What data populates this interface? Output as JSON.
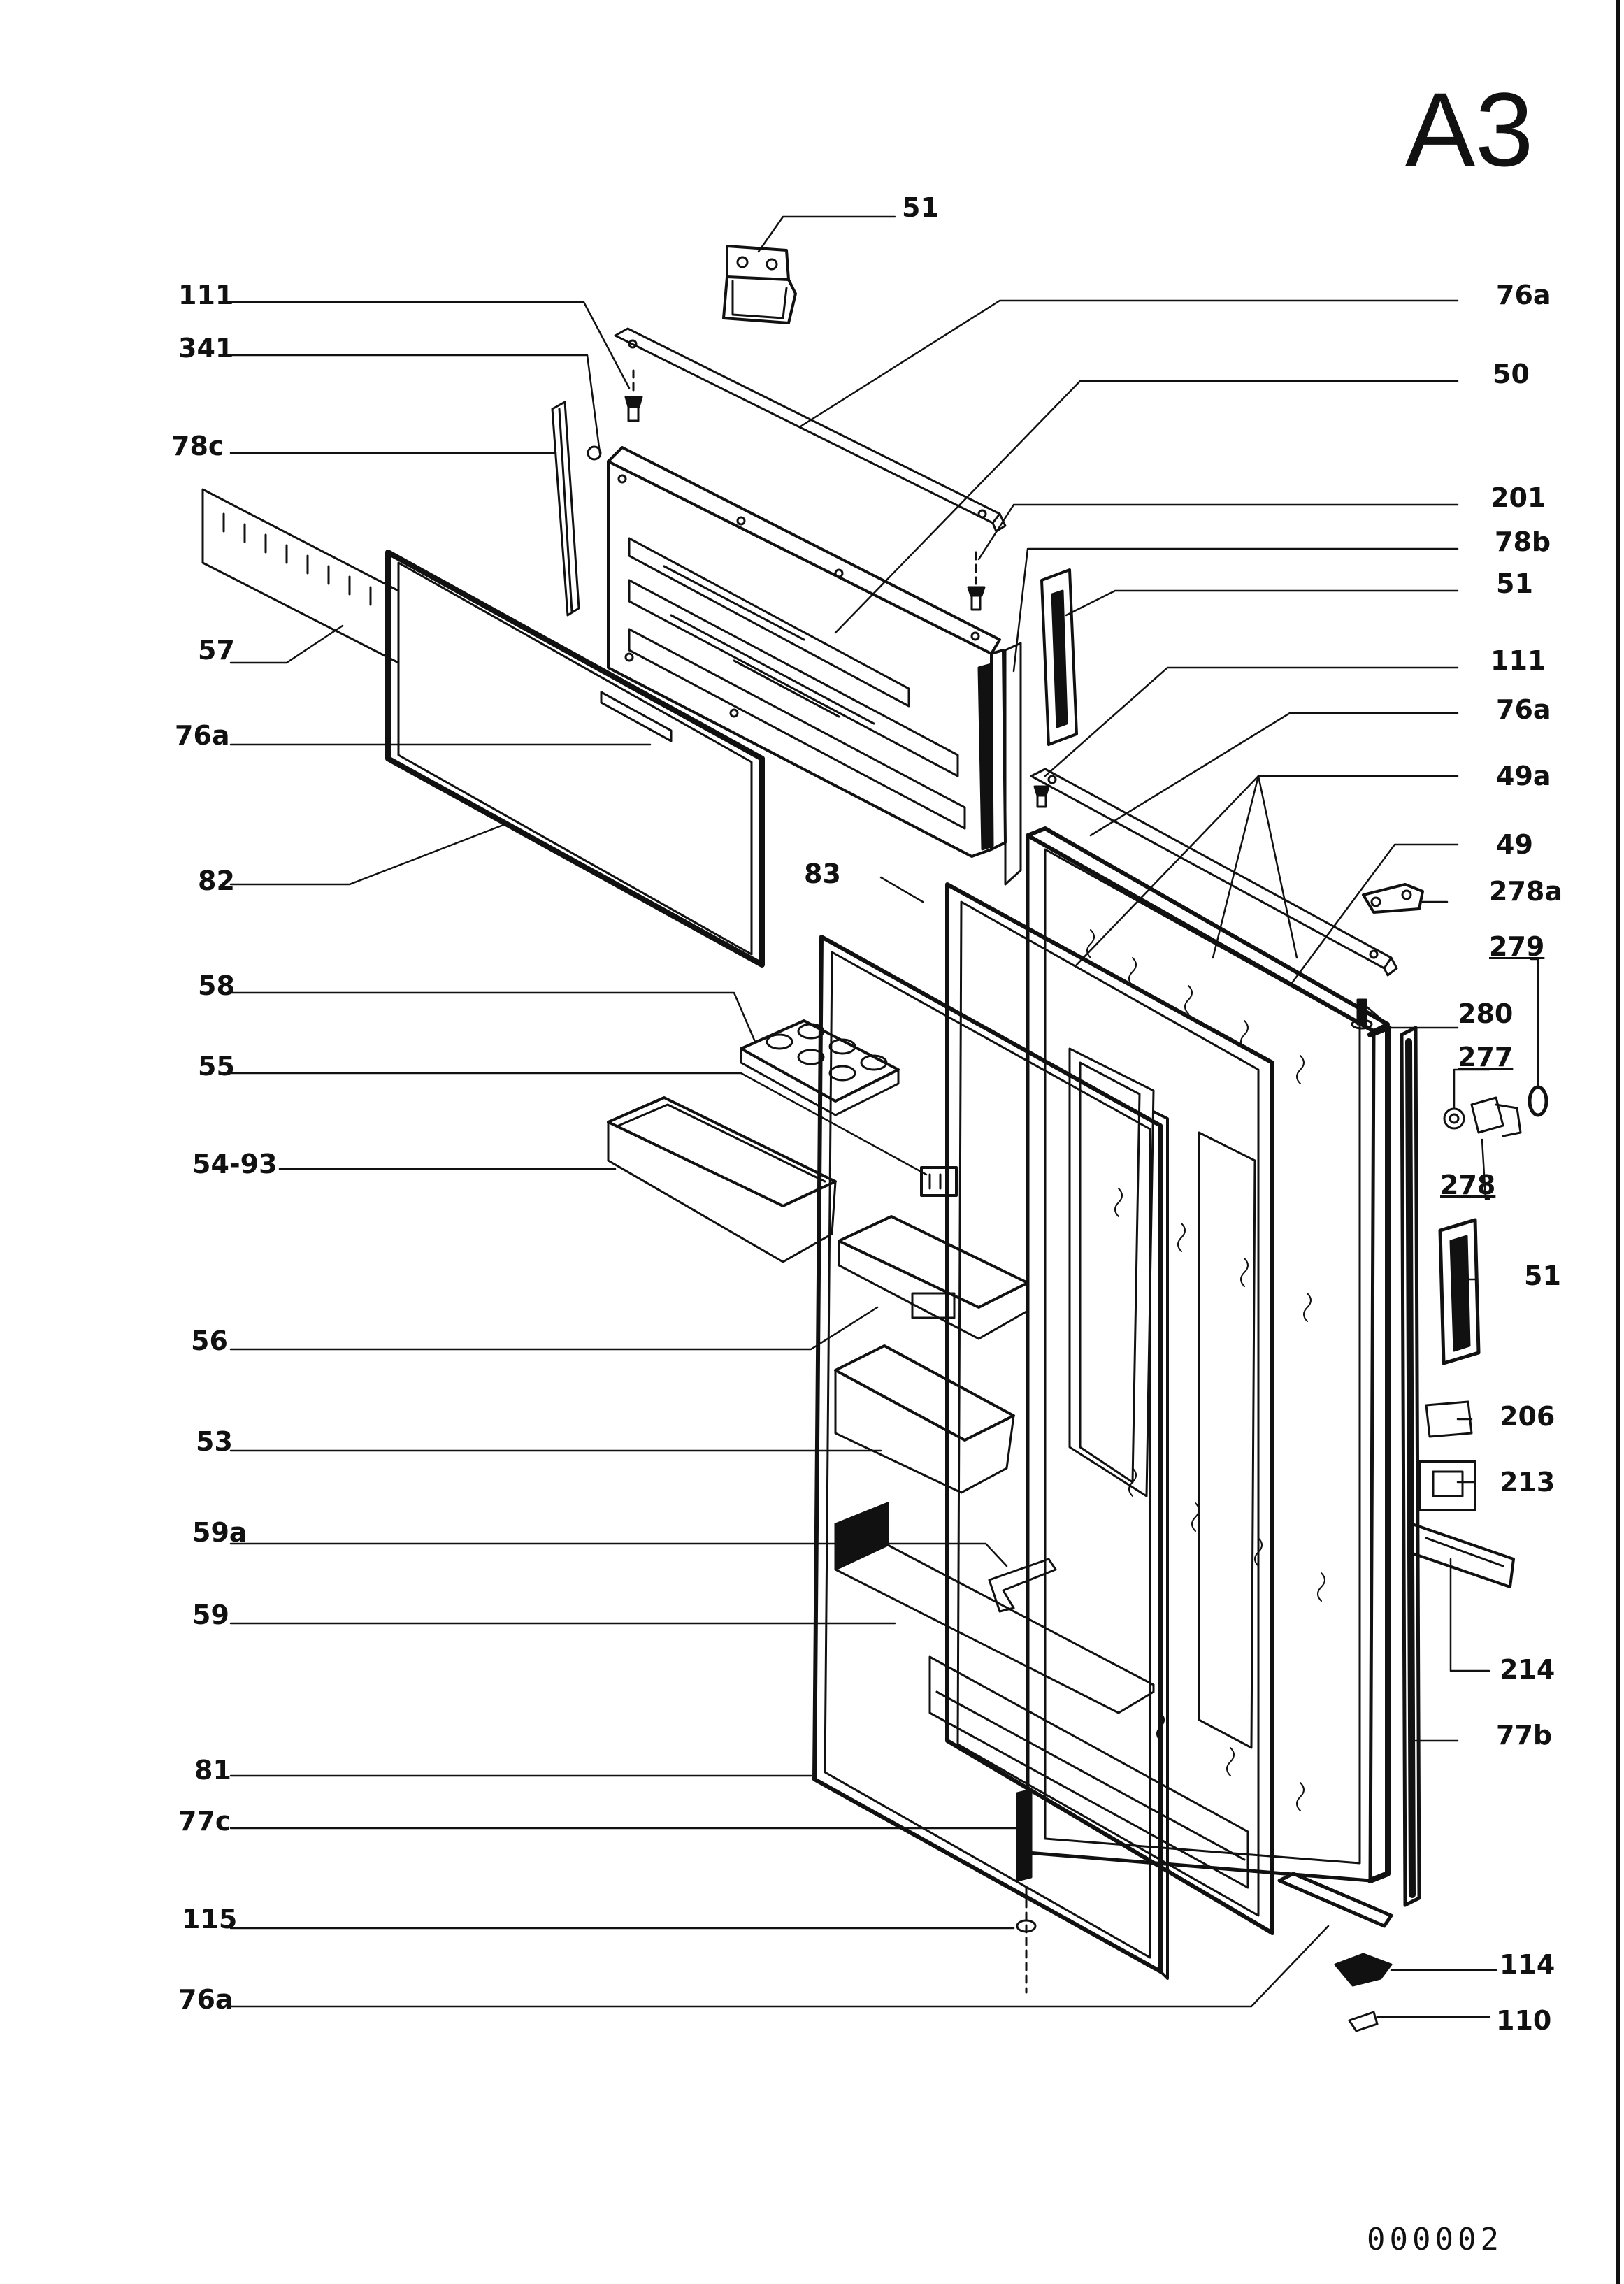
{
  "header": {
    "page_id": "A3"
  },
  "footer": {
    "drawing_number": "000002"
  },
  "callouts": [
    {
      "id": "c-51-top",
      "text": "51"
    },
    {
      "id": "c-76a-top",
      "text": "76a"
    },
    {
      "id": "c-111-left",
      "text": "111"
    },
    {
      "id": "c-341",
      "text": "341"
    },
    {
      "id": "c-50",
      "text": "50"
    },
    {
      "id": "c-78c",
      "text": "78c"
    },
    {
      "id": "c-201",
      "text": "201"
    },
    {
      "id": "c-78b",
      "text": "78b"
    },
    {
      "id": "c-51-mid",
      "text": "51"
    },
    {
      "id": "c-57",
      "text": "57"
    },
    {
      "id": "c-111-right",
      "text": "111"
    },
    {
      "id": "c-76a-left",
      "text": "76a"
    },
    {
      "id": "c-76a-right",
      "text": "76a"
    },
    {
      "id": "c-49a",
      "text": "49a"
    },
    {
      "id": "c-82",
      "text": "82"
    },
    {
      "id": "c-83",
      "text": "83"
    },
    {
      "id": "c-49",
      "text": "49"
    },
    {
      "id": "c-278a",
      "text": "278a"
    },
    {
      "id": "c-279",
      "text": "279"
    },
    {
      "id": "c-58",
      "text": "58"
    },
    {
      "id": "c-280",
      "text": "280"
    },
    {
      "id": "c-55",
      "text": "55"
    },
    {
      "id": "c-277",
      "text": "277"
    },
    {
      "id": "c-54-93",
      "text": "54-93"
    },
    {
      "id": "c-278",
      "text": "278"
    },
    {
      "id": "c-51-bottom",
      "text": "51"
    },
    {
      "id": "c-56",
      "text": "56"
    },
    {
      "id": "c-206",
      "text": "206"
    },
    {
      "id": "c-53",
      "text": "53"
    },
    {
      "id": "c-213",
      "text": "213"
    },
    {
      "id": "c-59a",
      "text": "59a"
    },
    {
      "id": "c-59",
      "text": "59"
    },
    {
      "id": "c-214",
      "text": "214"
    },
    {
      "id": "c-77b",
      "text": "77b"
    },
    {
      "id": "c-81",
      "text": "81"
    },
    {
      "id": "c-77c",
      "text": "77c"
    },
    {
      "id": "c-115",
      "text": "115"
    },
    {
      "id": "c-114",
      "text": "114"
    },
    {
      "id": "c-76a-bottom",
      "text": "76a"
    },
    {
      "id": "c-110",
      "text": "110"
    }
  ]
}
